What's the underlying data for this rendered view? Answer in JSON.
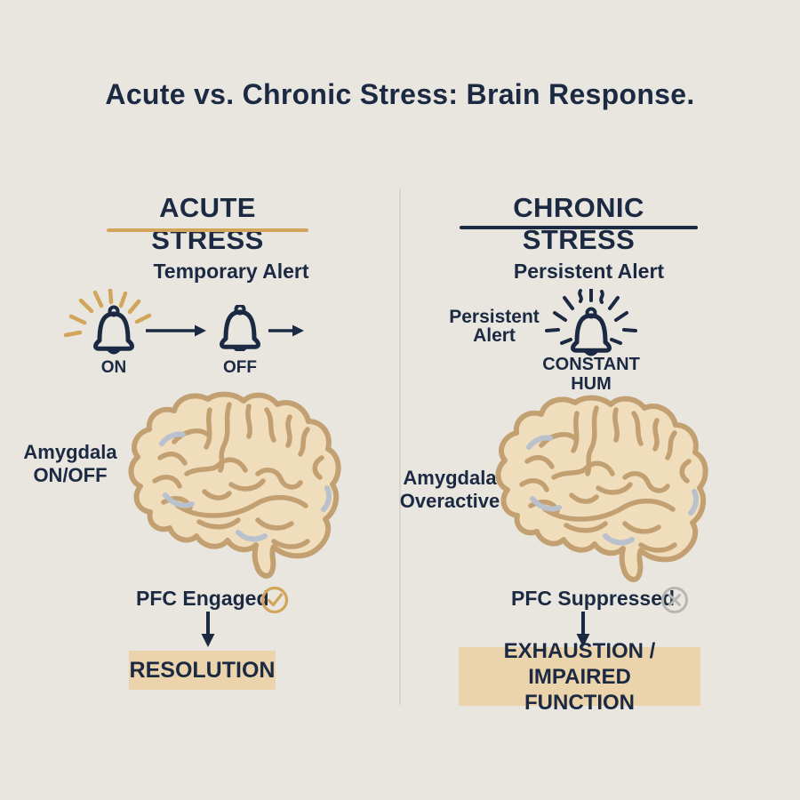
{
  "title": "Acute vs. Chronic Stress: Brain Response.",
  "colors": {
    "background": "#e9e6df",
    "navy": "#1b2a42",
    "gold": "#d2a55a",
    "brain_fill": "#f0ddbc",
    "brain_stroke": "#c2a072",
    "accent_gray": "#b9c1cc",
    "box_fill": "#ebd3ac",
    "suppressed_gray": "#b7b6b2",
    "divider": "#d8d5ce"
  },
  "left_column": {
    "header": "ACUTE STRESS",
    "subheader": "Temporary Alert",
    "bell_on_label": "ON",
    "bell_off_label": "OFF",
    "amygdala_label": [
      "Amygdala",
      "ON/OFF"
    ],
    "pfc_label": "PFC Engaged",
    "outcome": [
      "RESOLUTION"
    ]
  },
  "right_column": {
    "header": "CHRONIC STRESS",
    "subheader": "Persistent Alert",
    "side_label": [
      "Persistent",
      "Alert"
    ],
    "bell_label": [
      "CONSTANT",
      "HUM"
    ],
    "amygdala_label": [
      "Amygdala",
      "Overactive"
    ],
    "pfc_label": "PFC Suppressed",
    "outcome": [
      "EXHAUSTION / IMPAIRED",
      "FUNCTION"
    ]
  },
  "icons": {
    "acute_bell_on": "bell-ringing-icon",
    "acute_bell_off": "bell-icon",
    "chronic_bell": "bell-humming-icon",
    "pfc_engaged": "check-circle-icon",
    "pfc_suppressed": "x-circle-icon",
    "brains": "brain-illustration"
  }
}
